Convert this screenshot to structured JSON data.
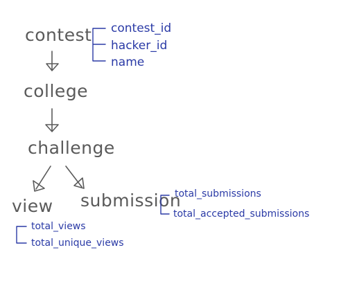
{
  "nodes": {
    "contest": "contest",
    "college": "college",
    "challenge": "challenge",
    "view": "view",
    "submission": "submission"
  },
  "fields": {
    "contest": [
      "contest_id",
      "hacker_id",
      "name"
    ],
    "submission": [
      "total_submissions",
      "total_accepted_submissions"
    ],
    "view": [
      "total_views",
      "total_unique_views"
    ]
  },
  "colors": {
    "node_ink": "#5a5a5a",
    "field_ink": "#2a3aa6",
    "background": "#ffffff"
  }
}
